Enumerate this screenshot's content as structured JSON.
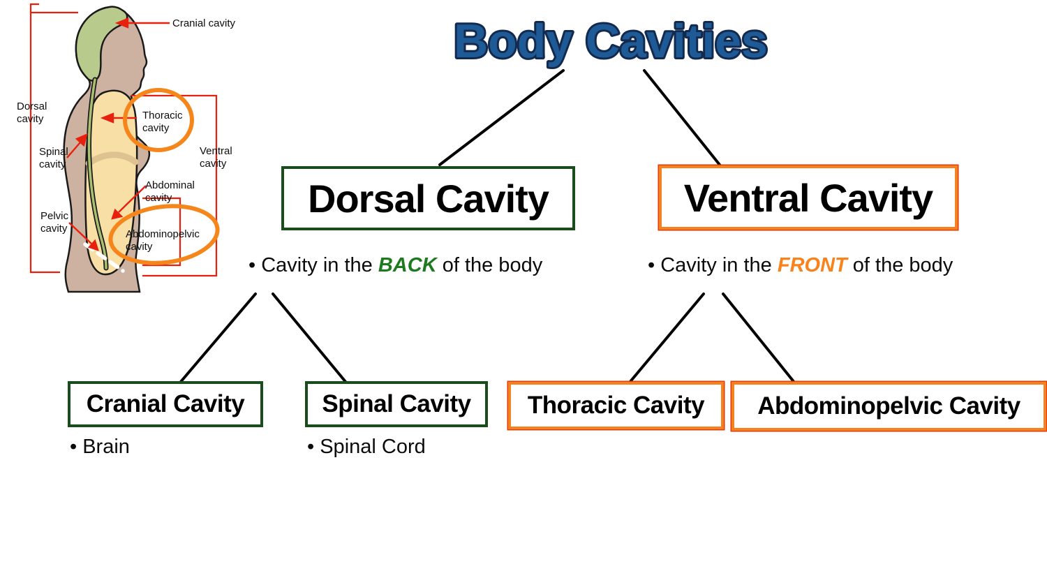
{
  "title": "Body Cavities",
  "glyphs": {
    "bullet": "•"
  },
  "colors": {
    "title_fill": "#1E5B96",
    "title_outline": "#13294E",
    "green_border": "#1A4D1C",
    "orange_border": "#F5821F",
    "orange_edge": "#E23B0E",
    "back_green": "#1E7A1E",
    "front_orange": "#F8821B",
    "annotation_red": "#E8200E",
    "connector_black": "#000000",
    "figure_skin": "#CDB1A1",
    "figure_cavity_yellow": "#F8DFA6",
    "figure_cranial_green": "#B9CB8C",
    "figure_spine_green": "#A8C070",
    "figure_diaphragm": "#DEC28F",
    "highlight_ring_orange": "#F5861C"
  },
  "tree": {
    "dorsal": {
      "label": "Dorsal Cavity",
      "bullet_prefix": "Cavity in the ",
      "bullet_highlight": "BACK",
      "bullet_suffix": " of the body"
    },
    "ventral": {
      "label": "Ventral Cavity",
      "bullet_prefix": "Cavity in the ",
      "bullet_highlight": "FRONT",
      "bullet_suffix": " of the body"
    },
    "cranial": {
      "label": "Cranial Cavity",
      "bullet": "Brain"
    },
    "spinal": {
      "label": "Spinal Cavity",
      "bullet": "Spinal Cord"
    },
    "thoracic": {
      "label": "Thoracic Cavity"
    },
    "abdominopelvic": {
      "label": "Abdominopelvic Cavity"
    }
  },
  "figure": {
    "labels": {
      "cranial": "Cranial cavity",
      "dorsal1": "Dorsal",
      "dorsal2": "cavity",
      "spinal1": "Spinal",
      "spinal2": "cavity",
      "thoracic1": "Thoracic",
      "thoracic2": "cavity",
      "ventral1": "Ventral",
      "ventral2": "cavity",
      "abdominal1": "Abdominal",
      "abdominal2": "cavity",
      "pelvic1": "Pelvic",
      "pelvic2": "cavity",
      "abdominopelvic1": "Abdominopelvic",
      "abdominopelvic2": "cavity"
    }
  }
}
